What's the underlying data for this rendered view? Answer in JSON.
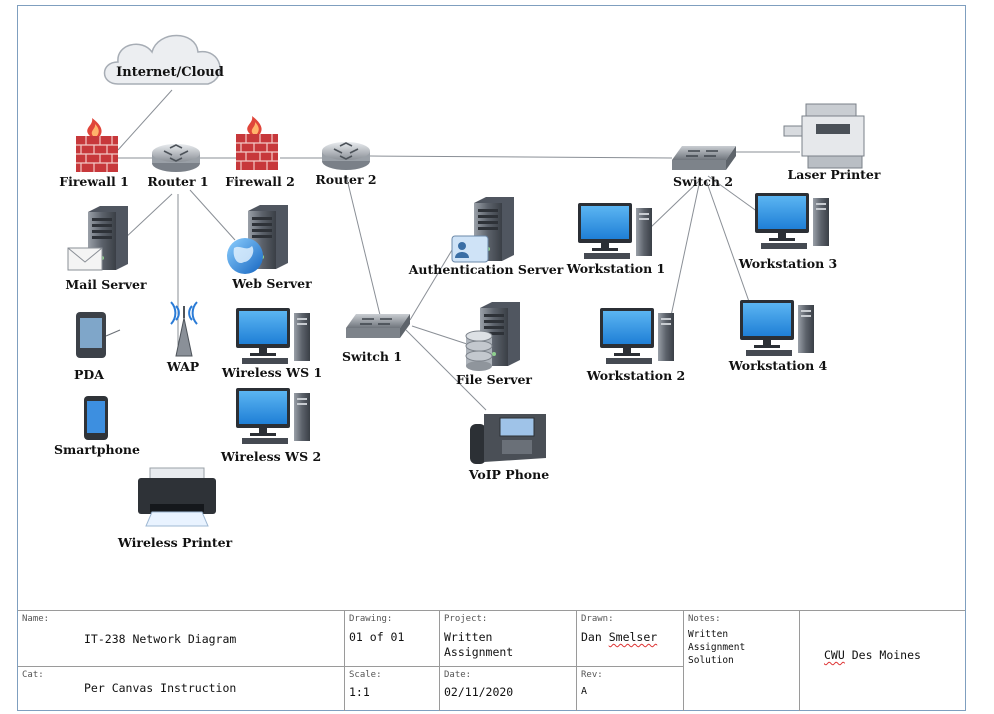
{
  "nodes": {
    "cloud": "Internet/Cloud",
    "firewall1": "Firewall 1",
    "router1": "Router 1",
    "firewall2": "Firewall 2",
    "router2": "Router 2",
    "switch2": "Switch 2",
    "laser_printer": "Laser Printer",
    "mail_server": "Mail Server",
    "web_server": "Web Server",
    "pda": "PDA",
    "wap": "WAP",
    "wireless_ws1": "Wireless WS 1",
    "wireless_ws2": "Wireless WS 2",
    "smartphone": "Smartphone",
    "wireless_printer": "Wireless Printer",
    "switch1": "Switch 1",
    "auth_server": "Authentication Server",
    "file_server": "File Server",
    "voip_phone": "VoIP Phone",
    "workstation1": "Workstation 1",
    "workstation2": "Workstation 2",
    "workstation3": "Workstation 3",
    "workstation4": "Workstation 4"
  },
  "title_block": {
    "name_caption": "Name:",
    "name_value": "IT-238 Network Diagram",
    "cat_caption": "Cat:",
    "cat_value": "Per Canvas Instruction",
    "drawing_caption": "Drawing:",
    "drawing_value": "01 of 01",
    "scale_caption": "Scale:",
    "scale_value": "1:1",
    "project_caption": "Project:",
    "project_value": "Written\nAssignment",
    "date_caption": "Date:",
    "date_value": "02/11/2020",
    "drawn_caption": "Drawn:",
    "drawn_first": "Dan",
    "drawn_last": "Smelser",
    "rev_caption": "Rev:",
    "rev_value": "A",
    "notes_caption": "Notes:",
    "notes_value": "Written\nAssignment\nSolution",
    "org_first": "CWU",
    "org_rest": "Des Moines"
  }
}
